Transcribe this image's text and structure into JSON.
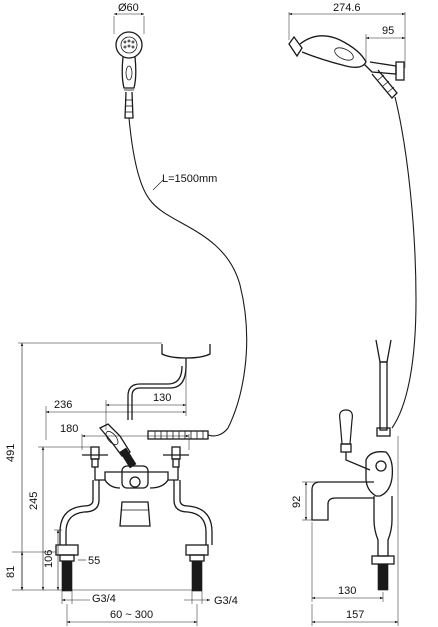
{
  "drawing": {
    "dims": {
      "shower_diameter": "Ø60",
      "overall_side_reach": "274.6",
      "wall_bracket": "95",
      "hose_length": "L=1500mm",
      "overall_height": "491",
      "cradle_reach": "236",
      "cradle_offset": "130",
      "handle_span": "180",
      "spout_height": "245",
      "inlet_height": "106",
      "tail_length": "81",
      "tail_offset": "55",
      "thread_left": "G3/4",
      "thread_right": "G3/4",
      "centres": "60 ~ 300",
      "side_height": "92",
      "side_spout_reach": "130",
      "side_depth": "157"
    }
  }
}
